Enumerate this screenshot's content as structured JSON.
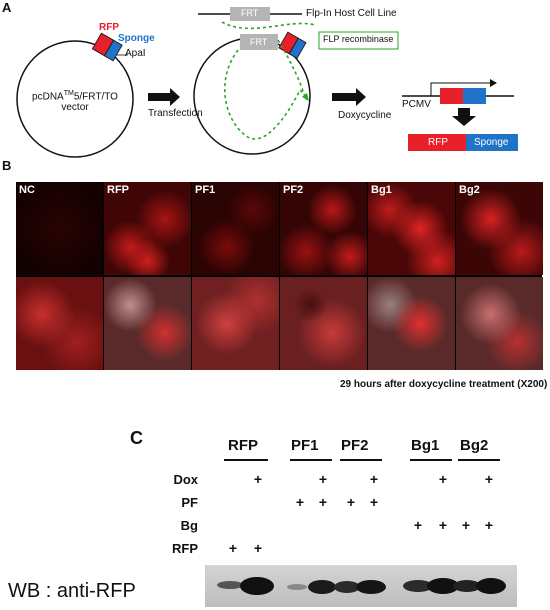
{
  "panelA": {
    "letter": "A",
    "rfp": "RFP",
    "sponge": "Sponge",
    "apal": "ApaI",
    "vector_line1": "pcDNA",
    "vector_sup": "TM",
    "vector_line1b": "5/FRT/TO",
    "vector_line2": "vector",
    "transfection": "Transfection",
    "frt_top": "FRT",
    "host_line": "Flp-In Host Cell Line",
    "frt_circle": "FRT",
    "flp": "FLP recombinase",
    "doxy": "Doxycycline",
    "pcmv": "PCMV",
    "rfp_bar": "RFP",
    "sponge_bar": "Sponge",
    "colors": {
      "red": "#e8202a",
      "blue": "#1f73c8",
      "frt": "#b4b4b4",
      "green": "#2aa52a"
    }
  },
  "panelB": {
    "letter": "B",
    "columns": [
      "NC",
      "RFP",
      "PF1",
      "PF2",
      "Bg1",
      "Bg2"
    ],
    "caption": "29 hours after doxycycline treatment (X200)"
  },
  "panelC": {
    "letter": "C",
    "groups": [
      "RFP",
      "PF1",
      "PF2",
      "Bg1",
      "Bg2"
    ],
    "rows": [
      "Dox",
      "PF",
      "Bg",
      "RFP"
    ],
    "plus": "+",
    "wb_label": "WB : anti-RFP"
  }
}
